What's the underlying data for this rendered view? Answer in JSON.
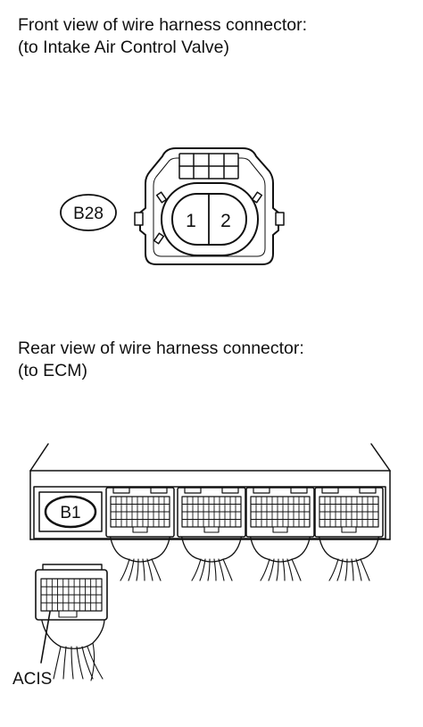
{
  "front_view": {
    "line1": "Front view of wire harness connector:",
    "line2": "(to Intake Air Control Valve)",
    "connector_id": "B28",
    "pin_1": "1",
    "pin_2": "2"
  },
  "rear_view": {
    "line1": "Rear view of wire harness connector:",
    "line2": "(to ECM)",
    "connector_id": "B1",
    "terminal_label": "ACIS"
  }
}
